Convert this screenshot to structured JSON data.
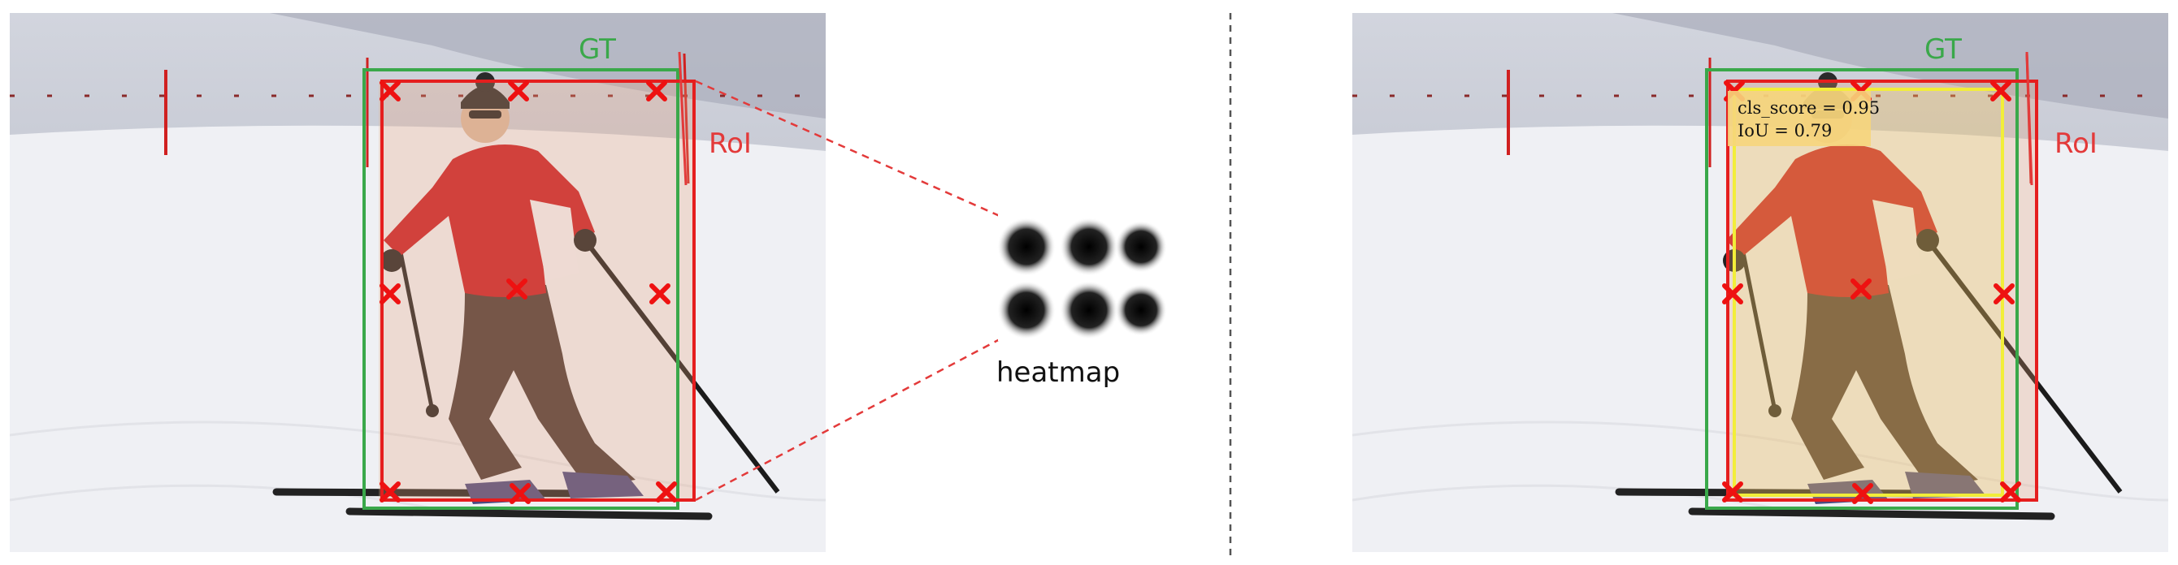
{
  "left_panel": {
    "gt_label": "GT",
    "roi_label": "RoI"
  },
  "middle": {
    "heatmap_label": "heatmap"
  },
  "right_panel": {
    "gt_label": "GT",
    "roi_label": "RoI",
    "score_line1": "cls_score = 0.95",
    "score_line2": "IoU = 0.79"
  },
  "colors": {
    "gt_box": "#3aa84a",
    "roi_box": "#e51e1e",
    "pred_box": "#f2ee3a",
    "score_box": "#f6d57c",
    "sample_mark": "#ee1111",
    "connector": "#e33a3a",
    "divider": "#555555"
  }
}
